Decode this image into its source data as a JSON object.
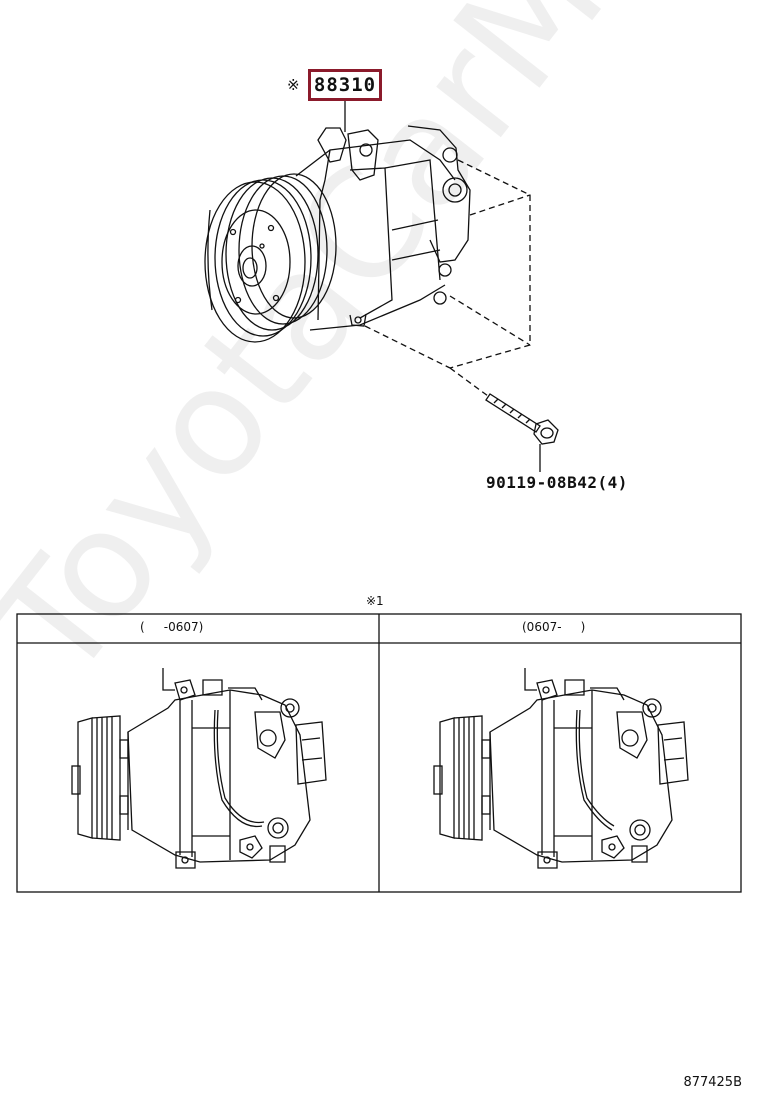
{
  "main_part": {
    "ref_mark": "※",
    "number": "88310"
  },
  "bolt": {
    "label": "90119-08B42(4)"
  },
  "variants": {
    "note_mark": "※1",
    "left": {
      "header": "(     -0607)"
    },
    "right": {
      "header": "(0607-     )"
    }
  },
  "diagram_code": "877425B",
  "watermark": "ToyotaCarMine.ru",
  "colors": {
    "highlight_border": "#8b1a2b",
    "line": "#111111"
  }
}
